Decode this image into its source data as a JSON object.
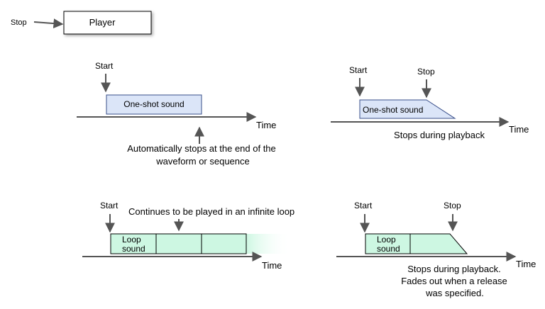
{
  "colors": {
    "one_shot_fill": "#dbe5f8",
    "loop_fill": "#cdf7e2",
    "line": "#555555",
    "box_border": "#000000"
  },
  "header": {
    "stop_label": "Stop",
    "player_label": "Player"
  },
  "panel_one_shot_auto": {
    "start_label": "Start",
    "sound_label": "One-shot sound",
    "time_label": "Time",
    "note_line1": "Automatically stops at the end of the",
    "note_line2": "waveform or sequence"
  },
  "panel_one_shot_stop": {
    "start_label": "Start",
    "stop_label": "Stop",
    "sound_label": "One-shot sound",
    "time_label": "Time",
    "note": "Stops during playback"
  },
  "panel_loop_infinite": {
    "start_label": "Start",
    "note": "Continues to be played in an infinite loop",
    "sound_line1": "Loop",
    "sound_line2": "sound",
    "time_label": "Time"
  },
  "panel_loop_stop": {
    "start_label": "Start",
    "stop_label": "Stop",
    "sound_line1": "Loop",
    "sound_line2": "sound",
    "time_label": "Time",
    "note_line1": "Stops during playback.",
    "note_line2": "Fades out when a release",
    "note_line3": "was specified."
  }
}
